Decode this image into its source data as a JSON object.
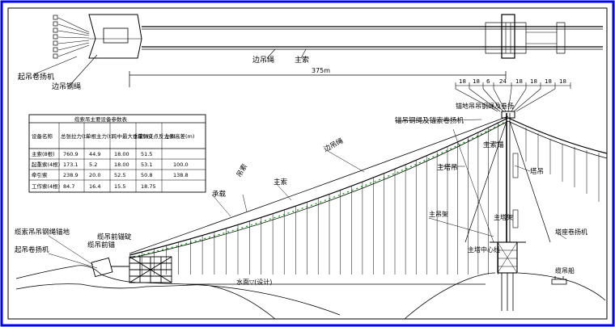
{
  "plan_view": {
    "left_labels": [
      "起吊卷扬机",
      "边吊钢绳"
    ],
    "middle_labels": [
      "边吊绳",
      "主索"
    ]
  },
  "span_dimension": "375m",
  "tower_top_dims": [
    "18",
    "18",
    "6",
    "24",
    "18",
    "18",
    "18",
    "18"
  ],
  "tower_top_label": "锚地吊吊钢绳及卷扬",
  "table": {
    "title": "缆索吊主要设备参数表",
    "headers": [
      "设备名称",
      "总张拉力(t)",
      "单根主力(t)",
      "跨中最大垂度(m)",
      "单侧支点反力(t)",
      "主索高差(m)"
    ],
    "rows": [
      [
        "主索(8根)",
        "760.9",
        "44.9",
        "18.00",
        "51.5",
        ""
      ],
      [
        "起重索(4根)",
        "173.1",
        "5.2",
        "18.00",
        "53.1",
        "100.0"
      ],
      [
        "牵引索",
        "238.9",
        "20.0",
        "52.5",
        "50.8",
        "138.8"
      ],
      [
        "工作索(4根)",
        "84.7",
        "16.4",
        "15.5",
        "18.75",
        ""
      ]
    ]
  },
  "elevation_labels": {
    "cable_labels": [
      "边吊绳",
      "主索",
      "吊索",
      "承载"
    ],
    "left_labels": [
      "缆索吊吊钢绳锚地",
      "缆吊前锚碇",
      "缆吊前锚",
      "起吊卷扬机"
    ],
    "right_labels": [
      "锚吊钢绳及锚索卷扬机",
      "主索锚",
      "主塔吊",
      "塔吊"
    ],
    "bottom_labels": [
      "主吊架",
      "主塔架",
      "塔座卷扬机",
      "主塔中心线"
    ],
    "waterline": "水面▽(设计)",
    "far_right_label": "缆吊船"
  },
  "colors": {
    "border": "#0000ff",
    "lines": "#000000",
    "cable_dots": "#00aa00"
  }
}
